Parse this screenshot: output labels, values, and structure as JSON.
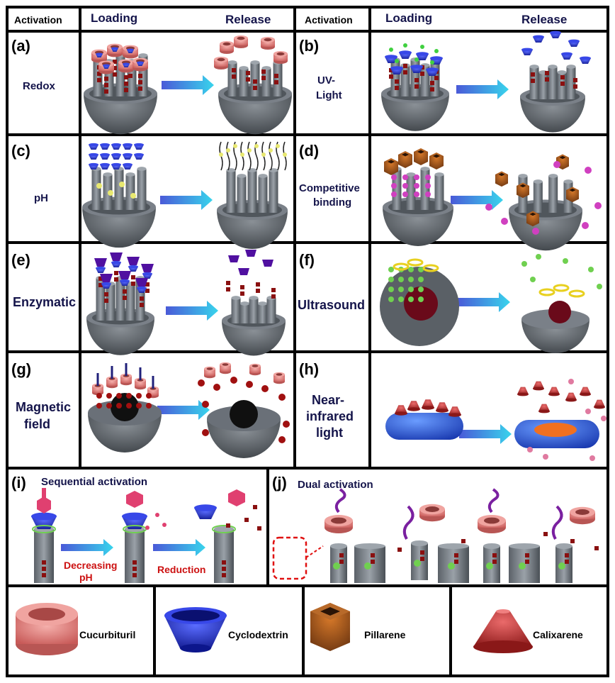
{
  "header": {
    "activation_left": "Activation",
    "loading_left": "Loading",
    "release_left": "Release",
    "activation_right": "Activation",
    "loading_right": "Loading",
    "release_right": "Release"
  },
  "panels": [
    {
      "tag": "(a)",
      "activation": [
        "Redox"
      ]
    },
    {
      "tag": "(b)",
      "activation": [
        "UV-",
        "Light"
      ]
    },
    {
      "tag": "(c)",
      "activation": [
        "pH"
      ]
    },
    {
      "tag": "(d)",
      "activation": [
        "Competitive",
        "binding"
      ]
    },
    {
      "tag": "(e)",
      "activation": [
        "Enzymatic"
      ]
    },
    {
      "tag": "(f)",
      "activation": [
        "Ultrasound"
      ]
    },
    {
      "tag": "(g)",
      "activation": [
        "Magnetic",
        "field"
      ]
    },
    {
      "tag": "(h)",
      "activation": [
        "Near-",
        "infrared",
        "light"
      ]
    }
  ],
  "sequential": {
    "tag": "(i)",
    "title": "Sequential activation",
    "step1": [
      "Decreasing",
      "pH"
    ],
    "step2": "Reduction"
  },
  "dual": {
    "tag": "(j)",
    "title": "Dual activation"
  },
  "legend": [
    {
      "label": "Cucurbituril",
      "icon": "cucurbituril-icon",
      "color": "#e07a78"
    },
    {
      "label": "Cyclodextrin",
      "icon": "cyclodextrin-icon",
      "color": "#1f2ed0"
    },
    {
      "label": "Pillarene",
      "icon": "pillarene-icon",
      "color": "#8a4a1a"
    },
    {
      "label": "Calixarene",
      "icon": "calixarene-icon",
      "color": "#c43434"
    }
  ],
  "colors": {
    "arrow": "#3cc8e8",
    "nanoparticle": "#5a6066",
    "cargo": "#8a1010"
  }
}
